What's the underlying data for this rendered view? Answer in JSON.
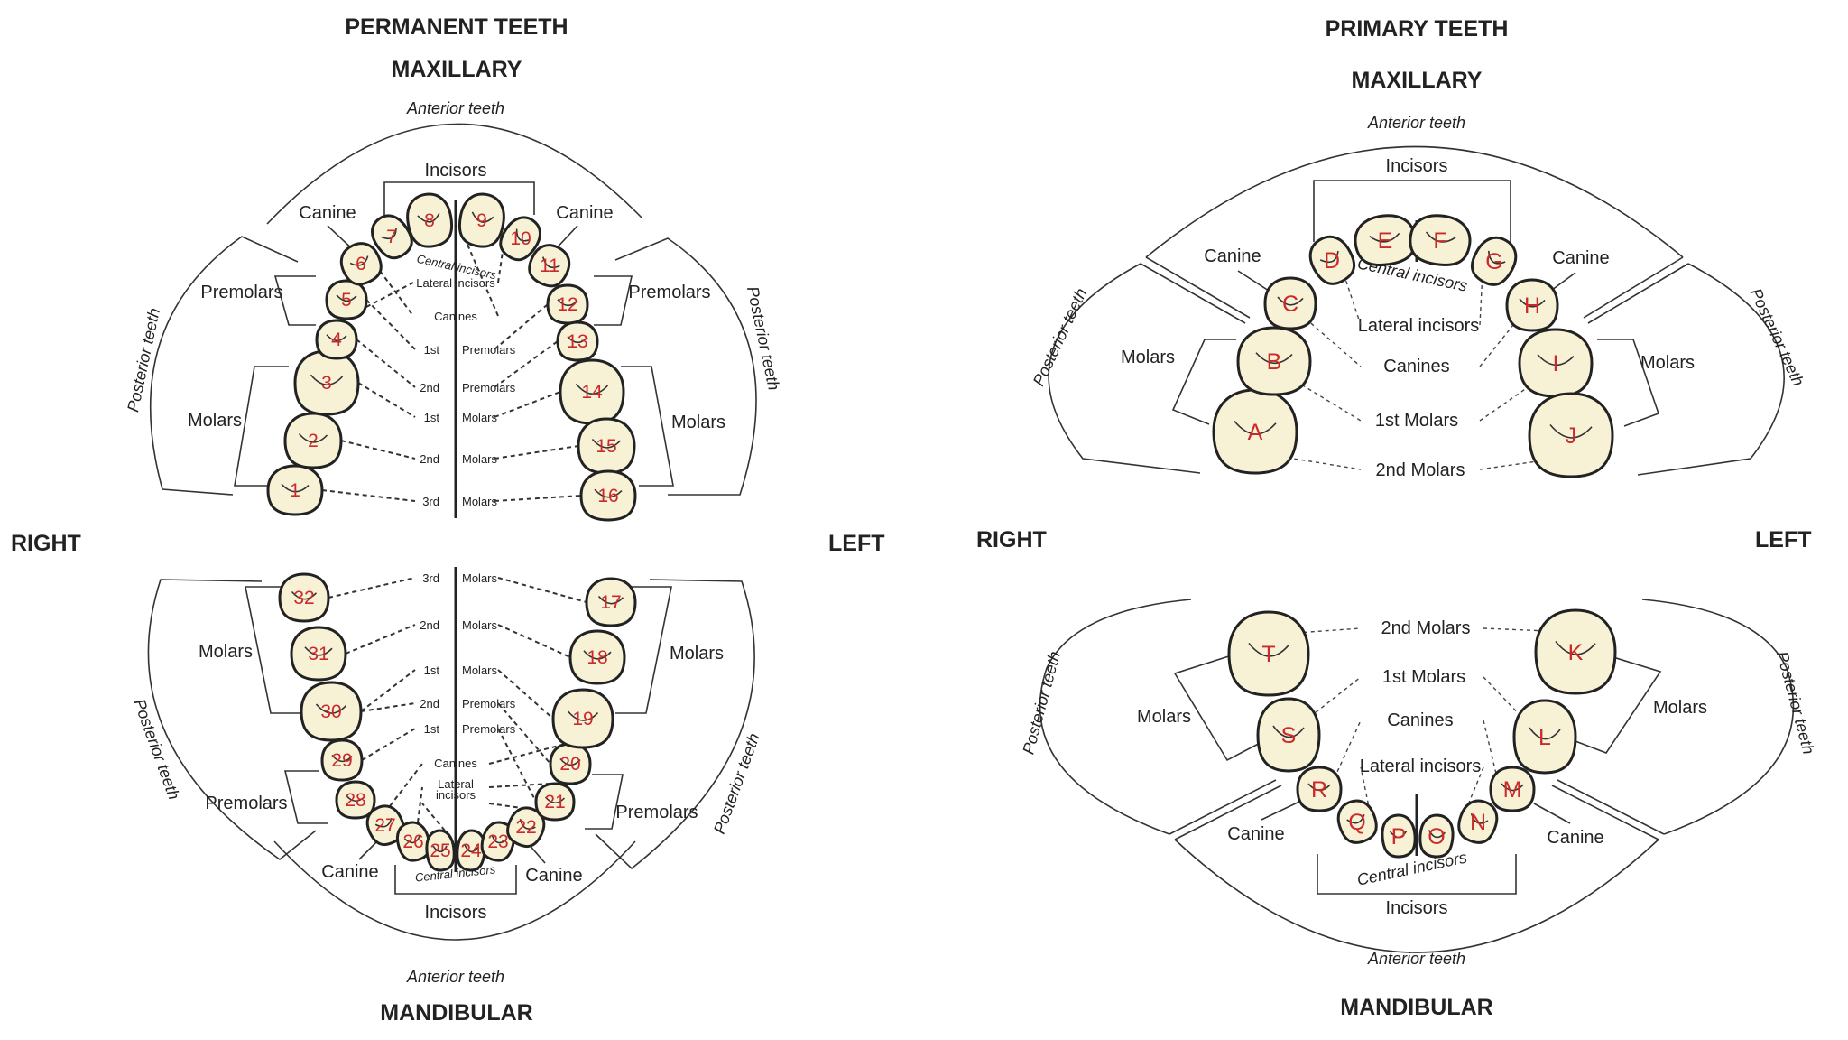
{
  "permanent": {
    "title": "PERMANENT TEETH",
    "upper_title": "MAXILLARY",
    "lower_title": "MANDIBULAR",
    "right": "RIGHT",
    "left": "LEFT",
    "anterior": "Anterior teeth",
    "posterior": "Posterior teeth",
    "incisors": "Incisors",
    "canine": "Canine",
    "premolars": "Premolars",
    "molars": "Molars",
    "central_incisors": "Central incisors",
    "lateral_incisors": "Lateral incisors",
    "lateral_incisors_wrapped": [
      "Lateral",
      "incisors"
    ],
    "canines": "Canines",
    "rows": [
      {
        "ord": "1st",
        "name": "Premolars"
      },
      {
        "ord": "2nd",
        "name": "Premolars"
      },
      {
        "ord": "1st",
        "name": "Molars"
      },
      {
        "ord": "2nd",
        "name": "Molars"
      },
      {
        "ord": "3rd",
        "name": "Molars"
      }
    ],
    "upper_numbers": [
      "1",
      "2",
      "3",
      "4",
      "5",
      "6",
      "7",
      "8",
      "9",
      "10",
      "11",
      "12",
      "13",
      "14",
      "15",
      "16"
    ],
    "lower_numbers": [
      "32",
      "31",
      "30",
      "29",
      "28",
      "27",
      "26",
      "25",
      "24",
      "23",
      "22",
      "21",
      "20",
      "19",
      "18",
      "17"
    ]
  },
  "primary": {
    "title": "PRIMARY TEETH",
    "upper_title": "MAXILLARY",
    "lower_title": "MANDIBULAR",
    "right": "RIGHT",
    "left": "LEFT",
    "anterior": "Anterior teeth",
    "posterior": "Posterior teeth",
    "incisors": "Incisors",
    "canine": "Canine",
    "molars": "Molars",
    "central_incisors": "Central incisors",
    "lateral_incisors": "Lateral incisors",
    "canines": "Canines",
    "first_molars": "1st Molars",
    "second_molars": "2nd Molars",
    "upper_letters": [
      "A",
      "B",
      "C",
      "D",
      "E",
      "F",
      "G",
      "H",
      "I",
      "J"
    ],
    "lower_letters": [
      "T",
      "S",
      "R",
      "Q",
      "P",
      "O",
      "N",
      "M",
      "L",
      "K"
    ]
  },
  "colors": {
    "tooth_fill": "#f7f1d6",
    "number": "#cc2a2a",
    "line": "#222222"
  }
}
